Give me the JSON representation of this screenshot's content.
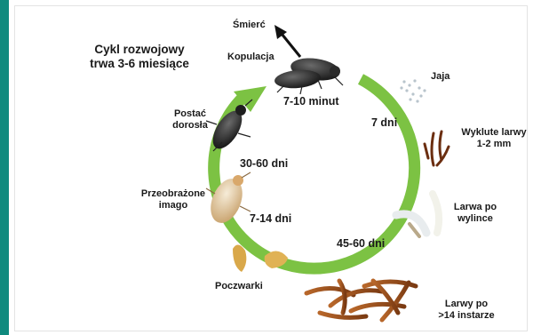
{
  "title_line1": "Cykl rozwojowy",
  "title_line2": "trwa 3-6 miesiące",
  "stages": {
    "death": "Śmierć",
    "mating": "Kopulacja",
    "eggs": "Jaja",
    "hatched_line1": "Wyklute larwy",
    "hatched_line2": "1-2 mm",
    "molt_line1": "Larwa po",
    "molt_line2": "wylince",
    "instar_line1": "Larwy po",
    "instar_line2": ">14 instarze",
    "pupae": "Poczwarki",
    "imago_line1": "Przeobrażone",
    "imago_line2": "imago",
    "adult_line1": "Postać",
    "adult_line2": "dorosła"
  },
  "durations": {
    "mating": "7-10 minut",
    "eggs": "7 dni",
    "larvae": "45-60 dni",
    "pupae": "7-14 dni",
    "adult": "30-60 dni"
  },
  "colors": {
    "cycle_ring": "#7cc243",
    "accent_bar": "#0f8a7e"
  }
}
